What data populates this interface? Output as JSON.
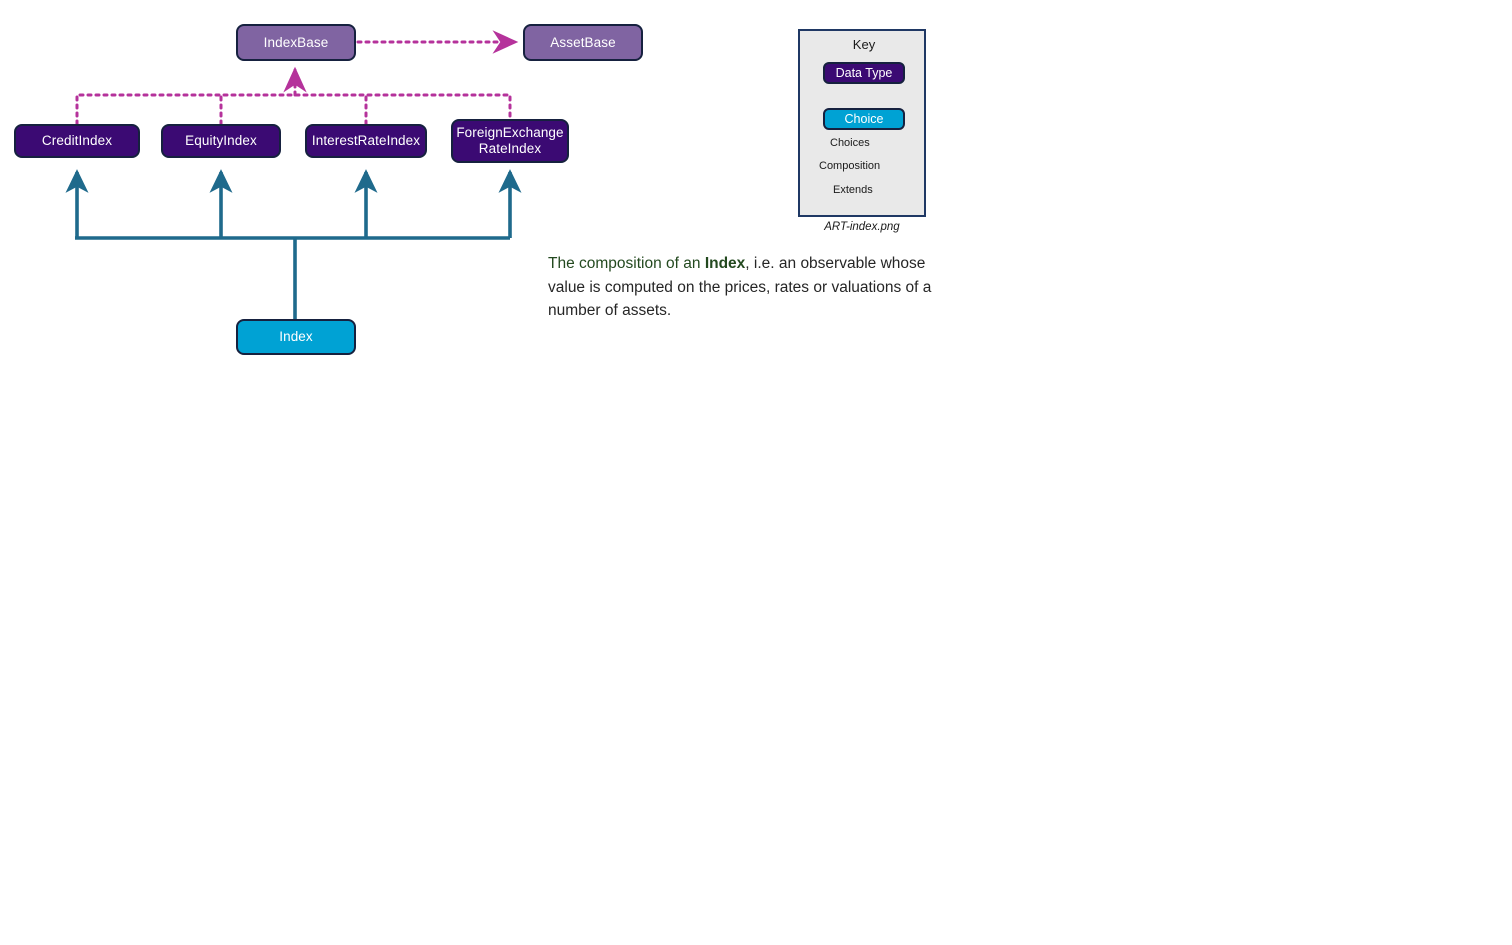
{
  "diagram": {
    "title": "ART-index.png",
    "nodes": [
      {
        "id": "indexbase",
        "label": "IndexBase",
        "kind": "base"
      },
      {
        "id": "assetbase",
        "label": "AssetBase",
        "kind": "base"
      },
      {
        "id": "creditindex",
        "label": "CreditIndex",
        "kind": "datatype"
      },
      {
        "id": "equityindex",
        "label": "EquityIndex",
        "kind": "datatype"
      },
      {
        "id": "interestrateindex",
        "label": "InterestRateIndex",
        "kind": "datatype"
      },
      {
        "id": "fxrateindex",
        "label": "ForeignExchange\nRateIndex",
        "kind": "datatype",
        "label_line1": "ForeignExchange",
        "label_line2": "RateIndex"
      },
      {
        "id": "index",
        "label": "Index",
        "kind": "choice"
      }
    ],
    "edges": [
      {
        "from": "indexbase",
        "to": "assetbase",
        "type": "extends"
      },
      {
        "from": "creditindex",
        "to": "indexbase",
        "type": "extends"
      },
      {
        "from": "equityindex",
        "to": "indexbase",
        "type": "extends"
      },
      {
        "from": "interestrateindex",
        "to": "indexbase",
        "type": "extends"
      },
      {
        "from": "fxrateindex",
        "to": "indexbase",
        "type": "extends"
      },
      {
        "from": "index",
        "to": "creditindex",
        "type": "choices"
      },
      {
        "from": "index",
        "to": "equityindex",
        "type": "choices"
      },
      {
        "from": "index",
        "to": "interestrateindex",
        "type": "choices"
      },
      {
        "from": "index",
        "to": "fxrateindex",
        "type": "choices"
      }
    ]
  },
  "key": {
    "title": "Key",
    "datatype_label": "Data Type",
    "choice_label": "Choice",
    "legend": [
      {
        "name": "choices",
        "label": "Choices"
      },
      {
        "name": "composition",
        "label": "Composition"
      },
      {
        "name": "extends",
        "label": "Extends"
      }
    ],
    "caption": "ART-index.png"
  },
  "caption": {
    "lead": "The composition of an ",
    "emph": "Index",
    "rest": ", i.e. an observable whose value is computed on the prices, rates or valuations of a number of assets."
  },
  "colors": {
    "base_fill": "#8064a2",
    "datatype_fill": "#3b0a73",
    "choice_fill": "#00a2d4",
    "node_border": "#16213f",
    "extends_line": "#b5329b",
    "choices_line": "#1f6a8c",
    "composition_line": "#4b0c9e",
    "key_background": "#e9e9e9",
    "key_border": "#1f3864",
    "caption_accent": "#23491f"
  }
}
